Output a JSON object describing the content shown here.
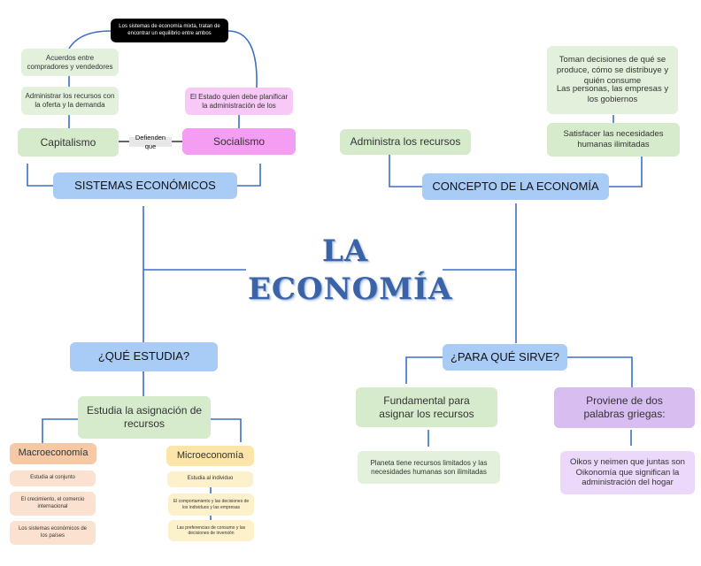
{
  "title": {
    "line1": "LA",
    "line2": "ECONOMÍA"
  },
  "sistemas": {
    "header": "SISTEMAS ECONÓMICOS",
    "capitalismo": "Capitalismo",
    "socialismo": "Socialismo",
    "connector": "Defienden que",
    "mixed_note": "Los sistemas de economía mixta, tratan de encontrar un equilibrio entre ambos",
    "cap_1": "Acuerdos entre compradores y vendedores",
    "cap_2": "Administrar los recursos con la oferta y la demanda",
    "soc_1": "El Estado quien debe planificar la administración de los"
  },
  "concepto": {
    "header": "CONCEPTO DE LA ECONOMÍA",
    "administra": "Administra los recursos",
    "satisfacer": "Satisfacer las necesidades humanas ilimitadas",
    "toman_1": "Toman decisiones de qué se produce, cómo se distribuye y quién consume",
    "toman_2": "Las personas, las empresas y los gobiernos"
  },
  "estudia": {
    "header": "¿QUÉ ESTUDIA?",
    "asignacion": "Estudia la asignación de recursos",
    "macro": "Macroeconomía",
    "macro_items": [
      "Estudia al conjunto",
      "El crecimiento, el comercio internacional",
      "Los sistemas económicos de los países"
    ],
    "micro": "Microeconomía",
    "micro_items": [
      "Estudia al individuo",
      "El comportamiento y las decisiones de los individuos y las empresas",
      "Las preferencias de consumo y las decisiones de inversión"
    ]
  },
  "sirve": {
    "header": "¿PARA QUÉ SIRVE?",
    "fundamental": "Fundamental para asignar los recursos",
    "planeta": "Planeta tiene recursos limitados y las necesidades humanas son ilimitadas",
    "proviene": "Proviene de dos palabras griegas:",
    "oikos": "Oikos y neimen que juntas son Oikonomía que significan la administración del hogar"
  },
  "colors": {
    "header_blue": "#a9ccf7",
    "title_blue": "#3a63a8",
    "line_blue": "#3b6fc4"
  }
}
